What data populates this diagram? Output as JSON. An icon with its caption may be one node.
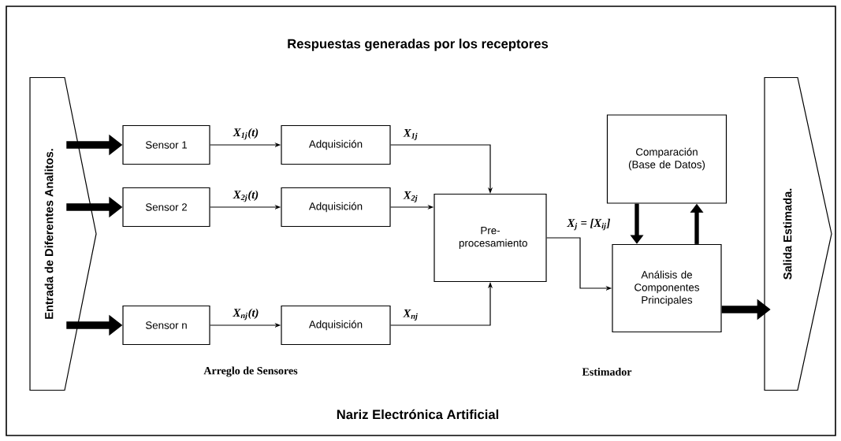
{
  "diagram": {
    "title": "Respuestas generadas por los receptores",
    "caption": "Nariz Electrónica Artificial",
    "nodes": [
      {
        "text": [
          "Entrada de Diferentes Analitos."
        ]
      },
      {
        "text": [
          "Sensor 1"
        ]
      },
      {
        "text": [
          "Sensor 2"
        ]
      },
      {
        "text": [
          "Sensor n"
        ]
      },
      {
        "text": [
          "Adquisición"
        ]
      },
      {
        "text": [
          "Adquisición"
        ]
      },
      {
        "text": [
          "Adquisición"
        ]
      },
      {
        "text": [
          "Pre- procesamiento"
        ]
      },
      {
        "text": [
          "Comparación (Base de Datos)"
        ]
      },
      {
        "text": [
          "Análisis de Componentes Principales"
        ]
      },
      {
        "text": [
          "Salida Estimada."
        ]
      }
    ],
    "edges": [
      {
        "from": 0,
        "to": 1,
        "arrow": "to",
        "style": "thick"
      },
      {
        "from": 0,
        "to": 2,
        "arrow": "to",
        "style": "thick"
      },
      {
        "from": 0,
        "to": 3,
        "arrow": "to",
        "style": "thick"
      },
      {
        "from": 1,
        "to": 4,
        "arrow": "to",
        "label": "X$_{1j}$(t)"
      },
      {
        "from": 2,
        "to": 5,
        "arrow": "to",
        "label": "X$_{2j}$(t)"
      },
      {
        "from": 3,
        "to": 6,
        "arrow": "to",
        "label": "X$_{nj}$(t)"
      },
      {
        "from": 4,
        "to": 7,
        "arrow": "to",
        "label": "X$_{1j}$"
      },
      {
        "from": 5,
        "to": 7,
        "arrow": "to",
        "label": "X$_{2j}$"
      },
      {
        "from": 6,
        "to": 7,
        "arrow": "to",
        "label": "X$_{nj}$"
      },
      {
        "from": 7,
        "to": 9,
        "arrow": "to",
        "label": "X$_{j}$ = [X$_{ij}$]"
      },
      {
        "from": 8,
        "to": 9,
        "arrow": "to",
        "style": "thick"
      },
      {
        "from": 9,
        "to": 8,
        "arrow": "to",
        "style": "thick"
      },
      {
        "from": 9,
        "to": 10,
        "arrow": "to",
        "style": "thick"
      }
    ],
    "labels": [
      "Arreglo de Sensores",
      "Estimador"
    ]
  }
}
